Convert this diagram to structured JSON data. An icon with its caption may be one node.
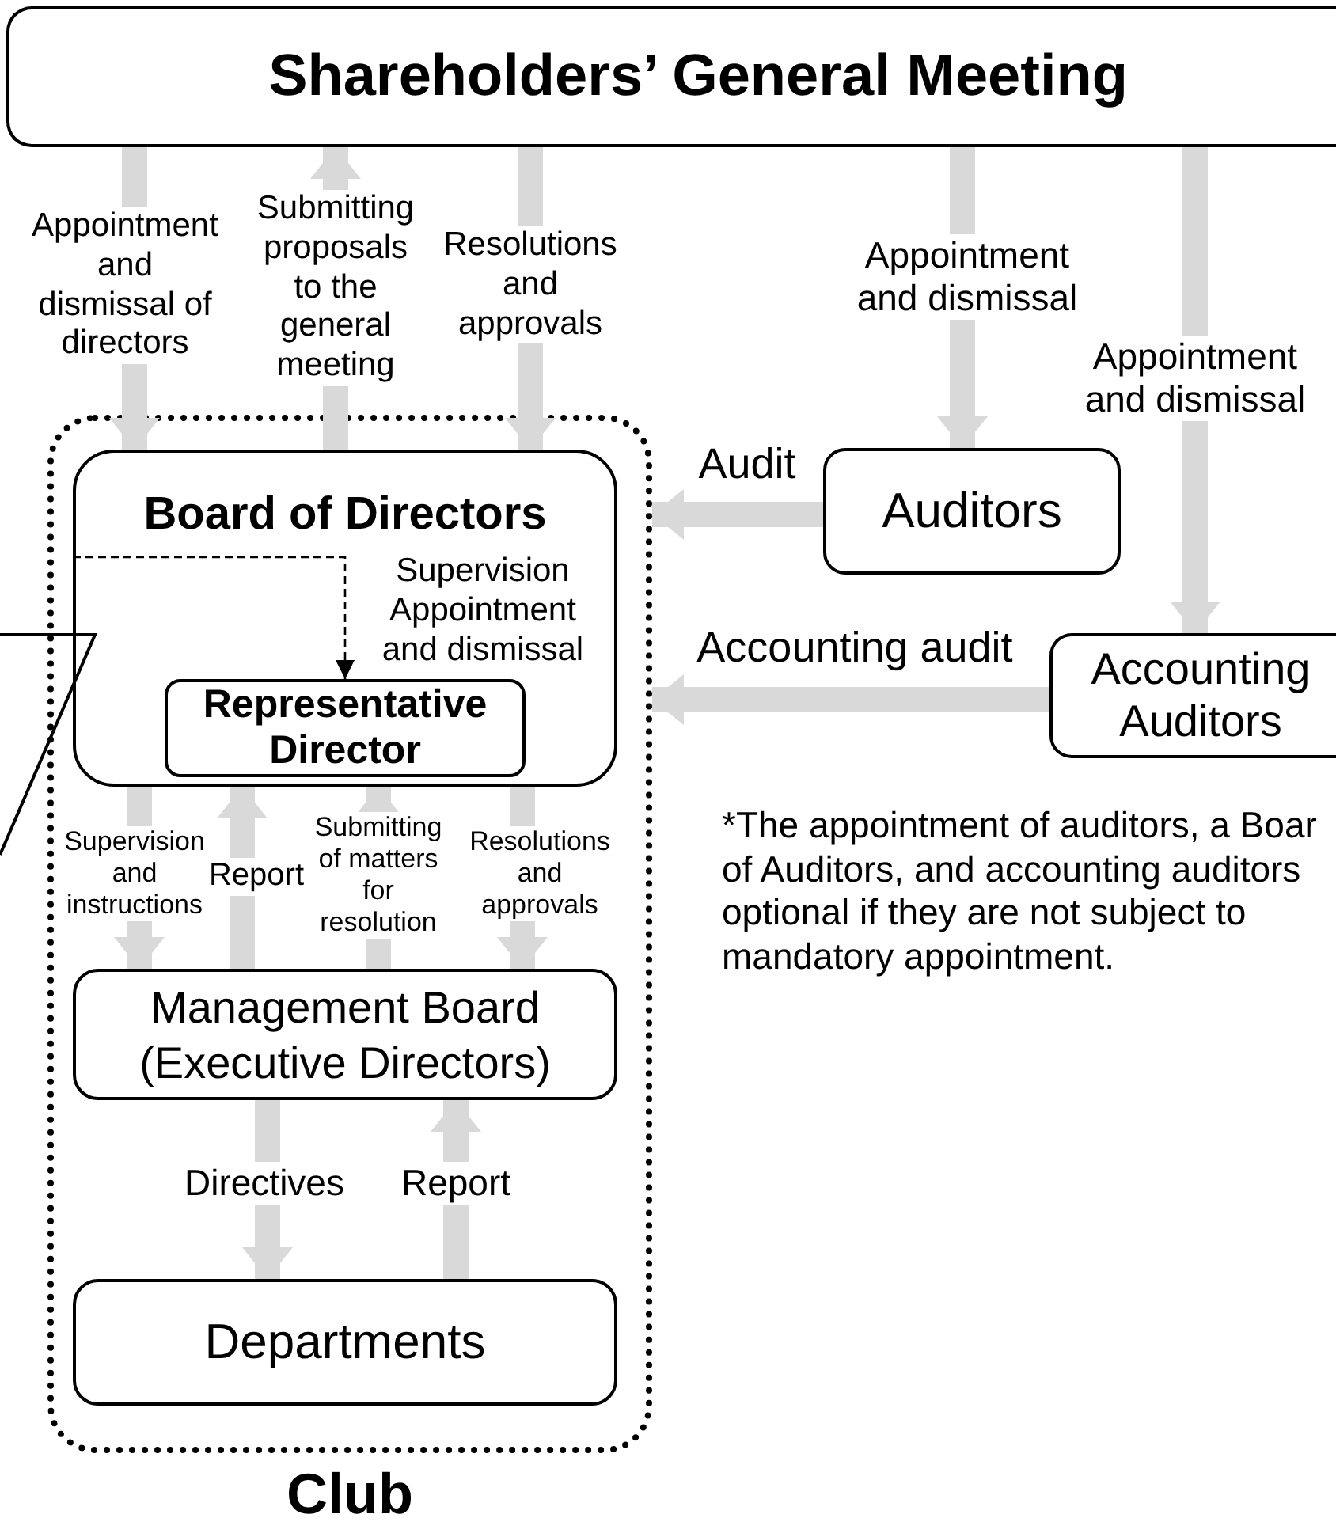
{
  "diagram": {
    "nodes": [
      {
        "text": [
          "Shareholders’ General Meeting"
        ]
      },
      {
        "text": [
          "Club"
        ]
      },
      {
        "text": [
          "Board of Directors"
        ],
        "in": 1
      },
      {
        "text": [
          "Representative Director"
        ],
        "in": 2
      },
      {
        "text": [
          "Management Board (Executive Directors)"
        ],
        "in": 1
      },
      {
        "text": [
          "Departments"
        ],
        "in": 1
      },
      {
        "text": [
          "Auditors"
        ]
      },
      {
        "text": [
          "Accounting Auditors"
        ]
      }
    ],
    "edges": [
      {
        "from": 0,
        "to": 2,
        "arrow": "to",
        "label": "Appointment and dismissal of directors"
      },
      {
        "from": 2,
        "to": 0,
        "arrow": "to",
        "label": "Submitting proposals to the general meeting"
      },
      {
        "from": 0,
        "to": 2,
        "arrow": "to",
        "label": "Resolutions and approvals"
      },
      {
        "from": 0,
        "to": 6,
        "arrow": "to",
        "label": "Appointment and dismissal"
      },
      {
        "from": 0,
        "to": 7,
        "arrow": "to",
        "label": "Appointment and dismissal"
      },
      {
        "from": 6,
        "to": 1,
        "arrow": "to",
        "label": "Audit"
      },
      {
        "from": 7,
        "to": 1,
        "arrow": "to",
        "label": "Accounting audit"
      },
      {
        "from": 2,
        "to": 3,
        "arrow": "to",
        "label": "Supervision Appointment and dismissal",
        "style": "dashed",
        "color": "#000000"
      },
      {
        "from": 2,
        "to": 4,
        "arrow": "to",
        "label": "Supervision and instructions"
      },
      {
        "from": 4,
        "to": 2,
        "arrow": "to",
        "label": "Report"
      },
      {
        "from": 4,
        "to": 2,
        "arrow": "to",
        "label": "Submitting of matters for resolution"
      },
      {
        "from": 2,
        "to": 4,
        "arrow": "to",
        "label": "Resolutions and approvals"
      },
      {
        "from": 4,
        "to": 5,
        "arrow": "to",
        "label": "Directives"
      },
      {
        "from": 5,
        "to": 4,
        "arrow": "to",
        "label": "Report"
      }
    ],
    "labels": [
      "*The appointment of auditors, a Boar of Auditors, and accounting auditors optional if they are not subject to mandatory appointment."
    ]
  }
}
